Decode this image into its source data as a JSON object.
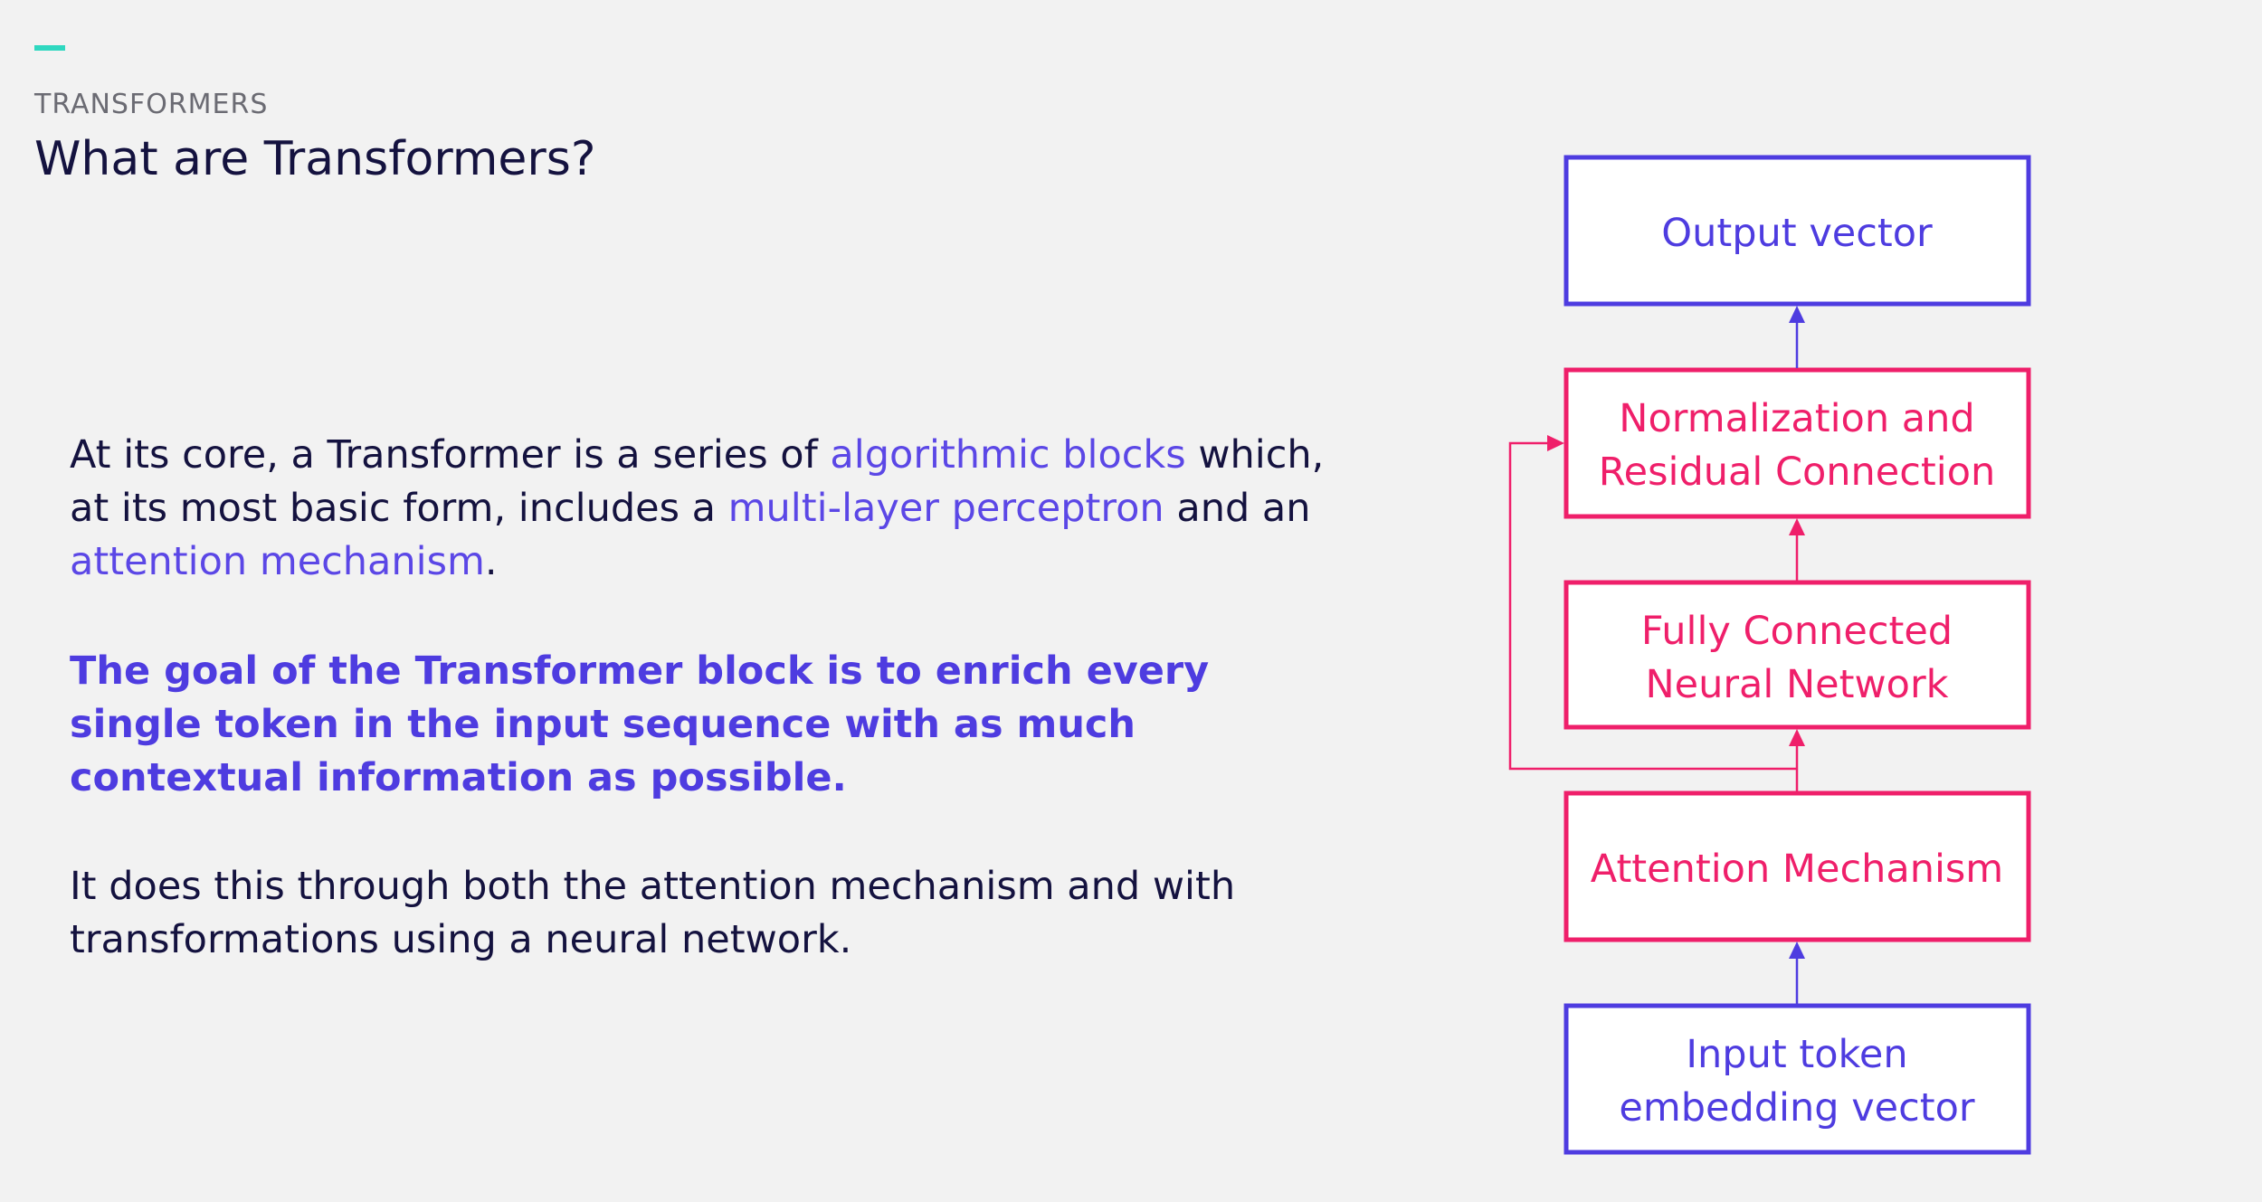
{
  "header": {
    "kicker": "TRANSFORMERS",
    "title": "What are Transformers?"
  },
  "body": {
    "p1": {
      "t1": "At its core, a Transformer is a series of ",
      "h1": "algorithmic blocks",
      "t2": " which, at its most basic form, includes a ",
      "h2": "multi-layer perceptron",
      "t3": " and an ",
      "h3": "attention mechanism",
      "t4": "."
    },
    "p2": "The goal of the Transformer block is to enrich every single token in the input sequence with as much contextual information as possible.",
    "p3": "It does this through both the attention mechanism and with transformations using a neural network."
  },
  "diagram": {
    "output": "Output vector",
    "norm": [
      "Normalization and",
      "Residual Connection"
    ],
    "fc": [
      "Fully Connected",
      "Neural Network"
    ],
    "attention": "Attention Mechanism",
    "input": [
      "Input token",
      "embedding vector"
    ]
  },
  "colors": {
    "accent": "#2fd8c0",
    "blue": "#4e3ce0",
    "pink": "#ef1f6a",
    "text": "#14123f"
  }
}
